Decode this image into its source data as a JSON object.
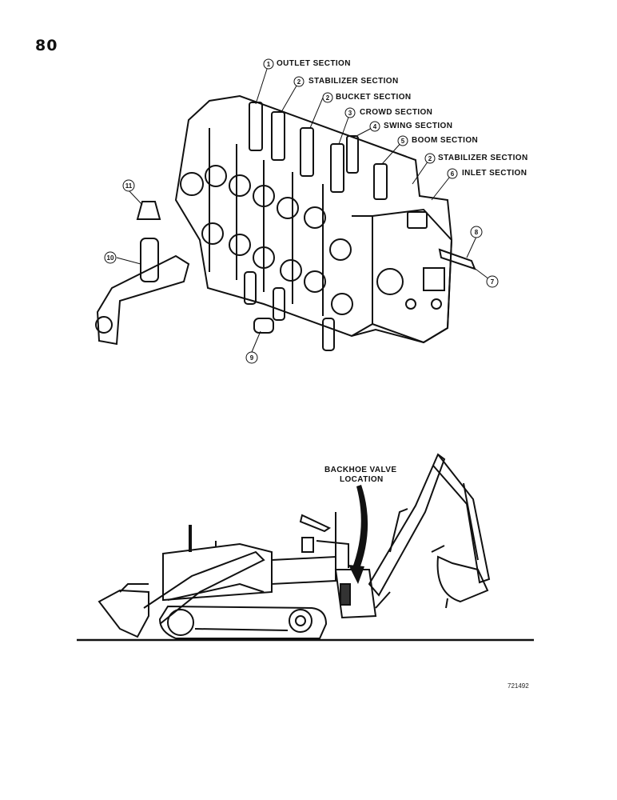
{
  "page": {
    "number": "80"
  },
  "valve": {
    "callouts": [
      {
        "num": "1",
        "label": "OUTLET SECTION"
      },
      {
        "num": "2",
        "label": "STABILIZER SECTION"
      },
      {
        "num": "2",
        "label": "BUCKET SECTION"
      },
      {
        "num": "3",
        "label": "CROWD SECTION"
      },
      {
        "num": "4",
        "label": "SWING SECTION"
      },
      {
        "num": "5",
        "label": "BOOM SECTION"
      },
      {
        "num": "2",
        "label": "STABILIZER SECTION"
      },
      {
        "num": "6",
        "label": "INLET SECTION"
      }
    ],
    "part_numbers": [
      "11",
      "10",
      "9",
      "8",
      "7"
    ]
  },
  "machine": {
    "location_label_line1": "BACKHOE VALVE",
    "location_label_line2": "LOCATION"
  },
  "figure_id": "721492"
}
